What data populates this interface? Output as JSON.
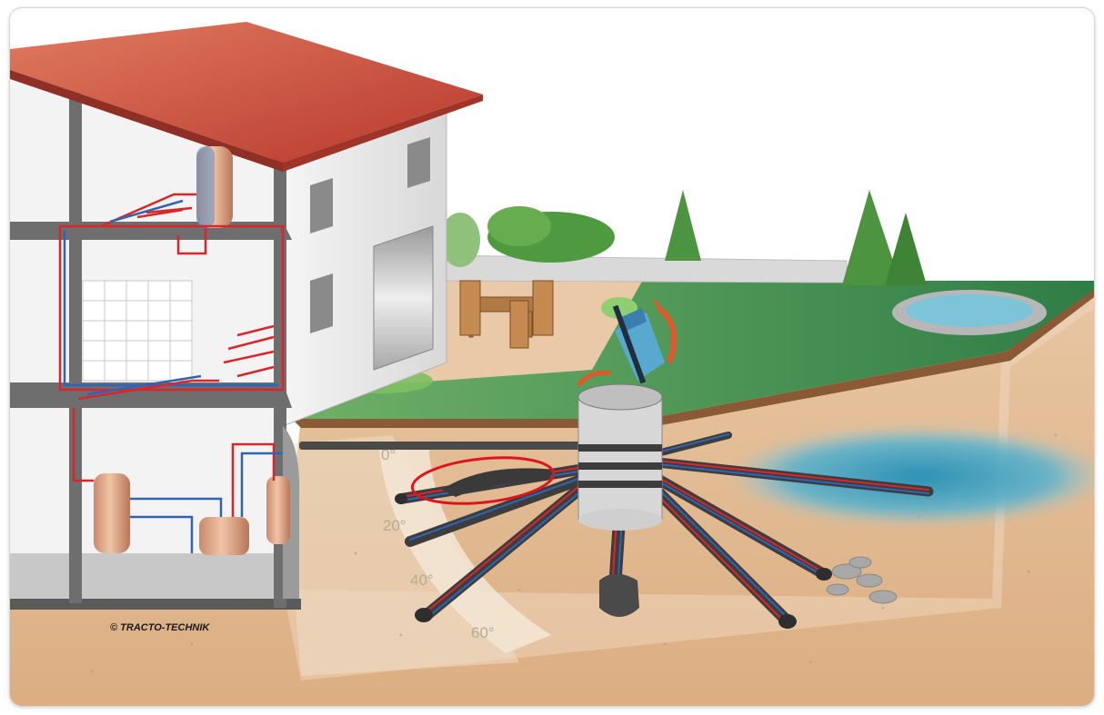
{
  "copyright": "© TRACTO-TECHNIK",
  "angle_labels": [
    "0°",
    "20°",
    "40°",
    "60°"
  ],
  "colors": {
    "roof": "#c8483c",
    "soil": "#e3bf9a",
    "grass": "#4e9a5a",
    "water": "#4aa7c8",
    "pipe_hot": "#d8262b",
    "pipe_cold": "#2f64b4",
    "probe_highlight": "#e0141c"
  }
}
